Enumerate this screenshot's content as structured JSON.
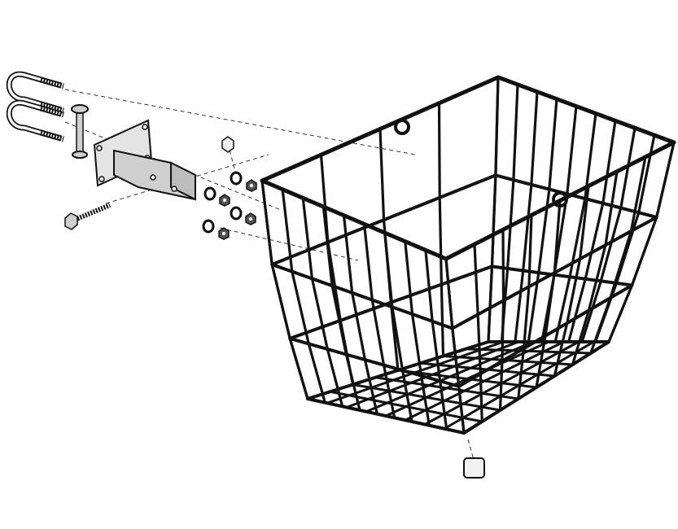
{
  "diagram": {
    "style": "exploded-view line drawing",
    "colors": {
      "background": "#ffffff",
      "wire": "#111111",
      "hardware_fill": "#cfcfcf",
      "hardware_dark": "#555555",
      "guide_line": "#333333"
    },
    "parts": [
      "wire-basket",
      "u-bolt",
      "u-bolt",
      "pivot-pin",
      "mounting-bracket",
      "hex-bolt",
      "hex-nut",
      "washer",
      "lock-nut",
      "end-cap"
    ]
  }
}
